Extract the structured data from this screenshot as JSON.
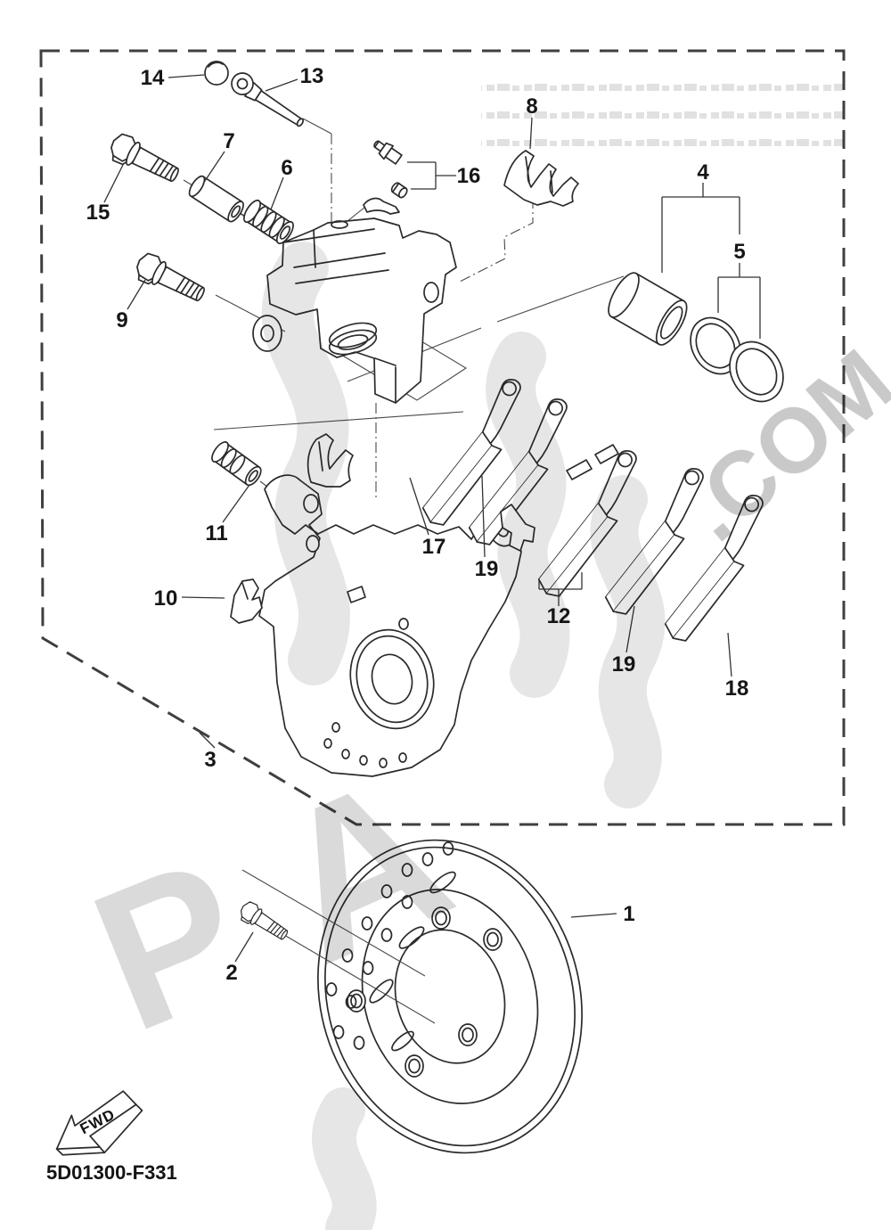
{
  "diagram": {
    "drawing_code": "5D01300-F331",
    "fwd_label": "FWD",
    "ink_color": "#2b2b2b",
    "border_color": "#3f3f3f",
    "watermark": {
      "letters": [
        "P",
        "A"
      ],
      "suffix": ".COM",
      "letter_color": "#d6d6d6",
      "suffix_color": "#c3c3c3",
      "swoosh_color": "#e4e4e4"
    }
  },
  "callouts": [
    {
      "part": "1"
    },
    {
      "part": "2"
    },
    {
      "part": "3"
    },
    {
      "part": "4"
    },
    {
      "part": "5"
    },
    {
      "part": "6"
    },
    {
      "part": "7"
    },
    {
      "part": "8"
    },
    {
      "part": "9"
    },
    {
      "part": "10"
    },
    {
      "part": "11"
    },
    {
      "part": "12"
    },
    {
      "part": "13"
    },
    {
      "part": "14"
    },
    {
      "part": "15"
    },
    {
      "part": "16"
    },
    {
      "part": "17"
    },
    {
      "part": "18"
    },
    {
      "part": "19"
    },
    {
      "part": "19"
    }
  ]
}
